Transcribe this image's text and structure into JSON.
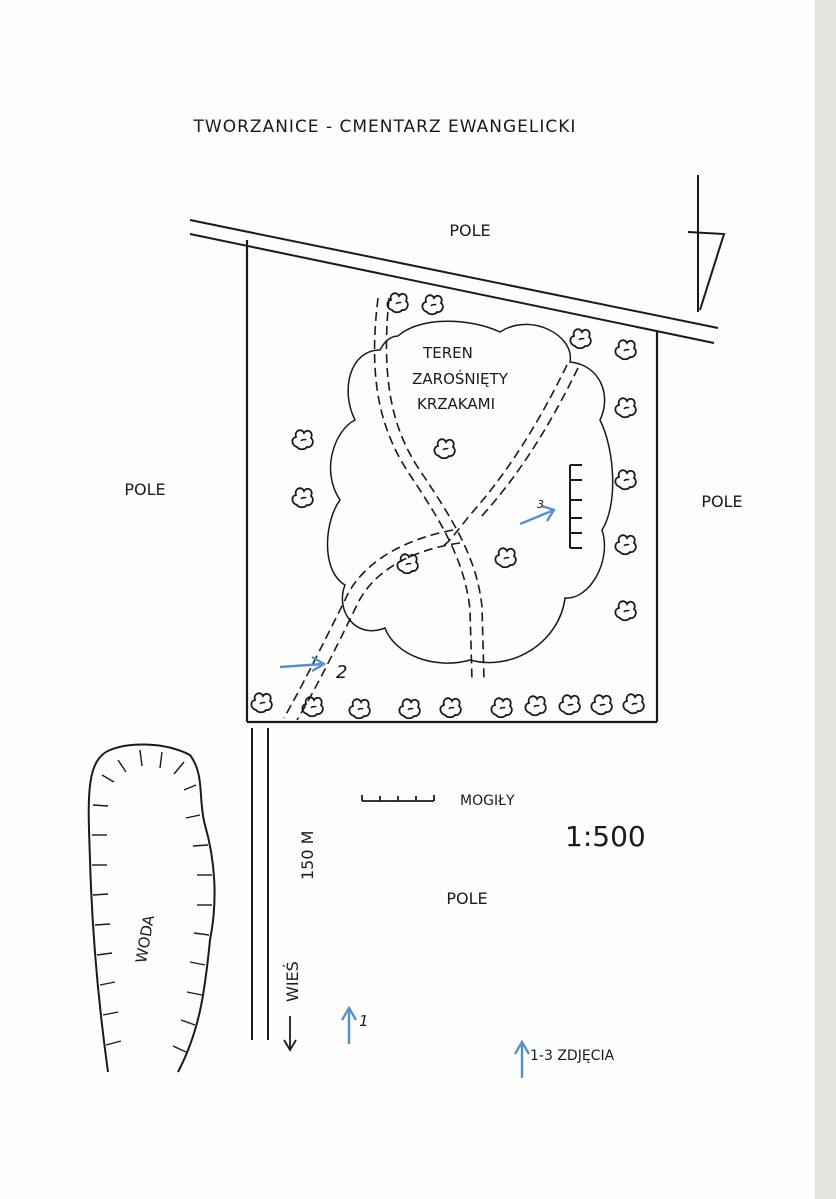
{
  "title": "TWORZANICE - CMENTARZ EWANGELICKI",
  "labels": {
    "pole_top": "POLE",
    "pole_left": "POLE",
    "pole_right": "POLE",
    "pole_bottom": "POLE",
    "teren_line1": "TEREN",
    "teren_line2": "ZAROŚNIĘTY",
    "teren_line3": "KRZAKAMI",
    "woda": "WODA",
    "wies": "WIEŚ",
    "distance": "150 M",
    "scale": "1:500"
  },
  "legend": {
    "graves": "MOGIŁY",
    "photos": "1-3  ZDJĘCIA"
  },
  "photo_markers": [
    "1",
    "2",
    "3"
  ],
  "colors": {
    "ink": "#1a1a1a",
    "photo_arrow": "#5b8fc9",
    "paper": "#fdfdfb"
  }
}
